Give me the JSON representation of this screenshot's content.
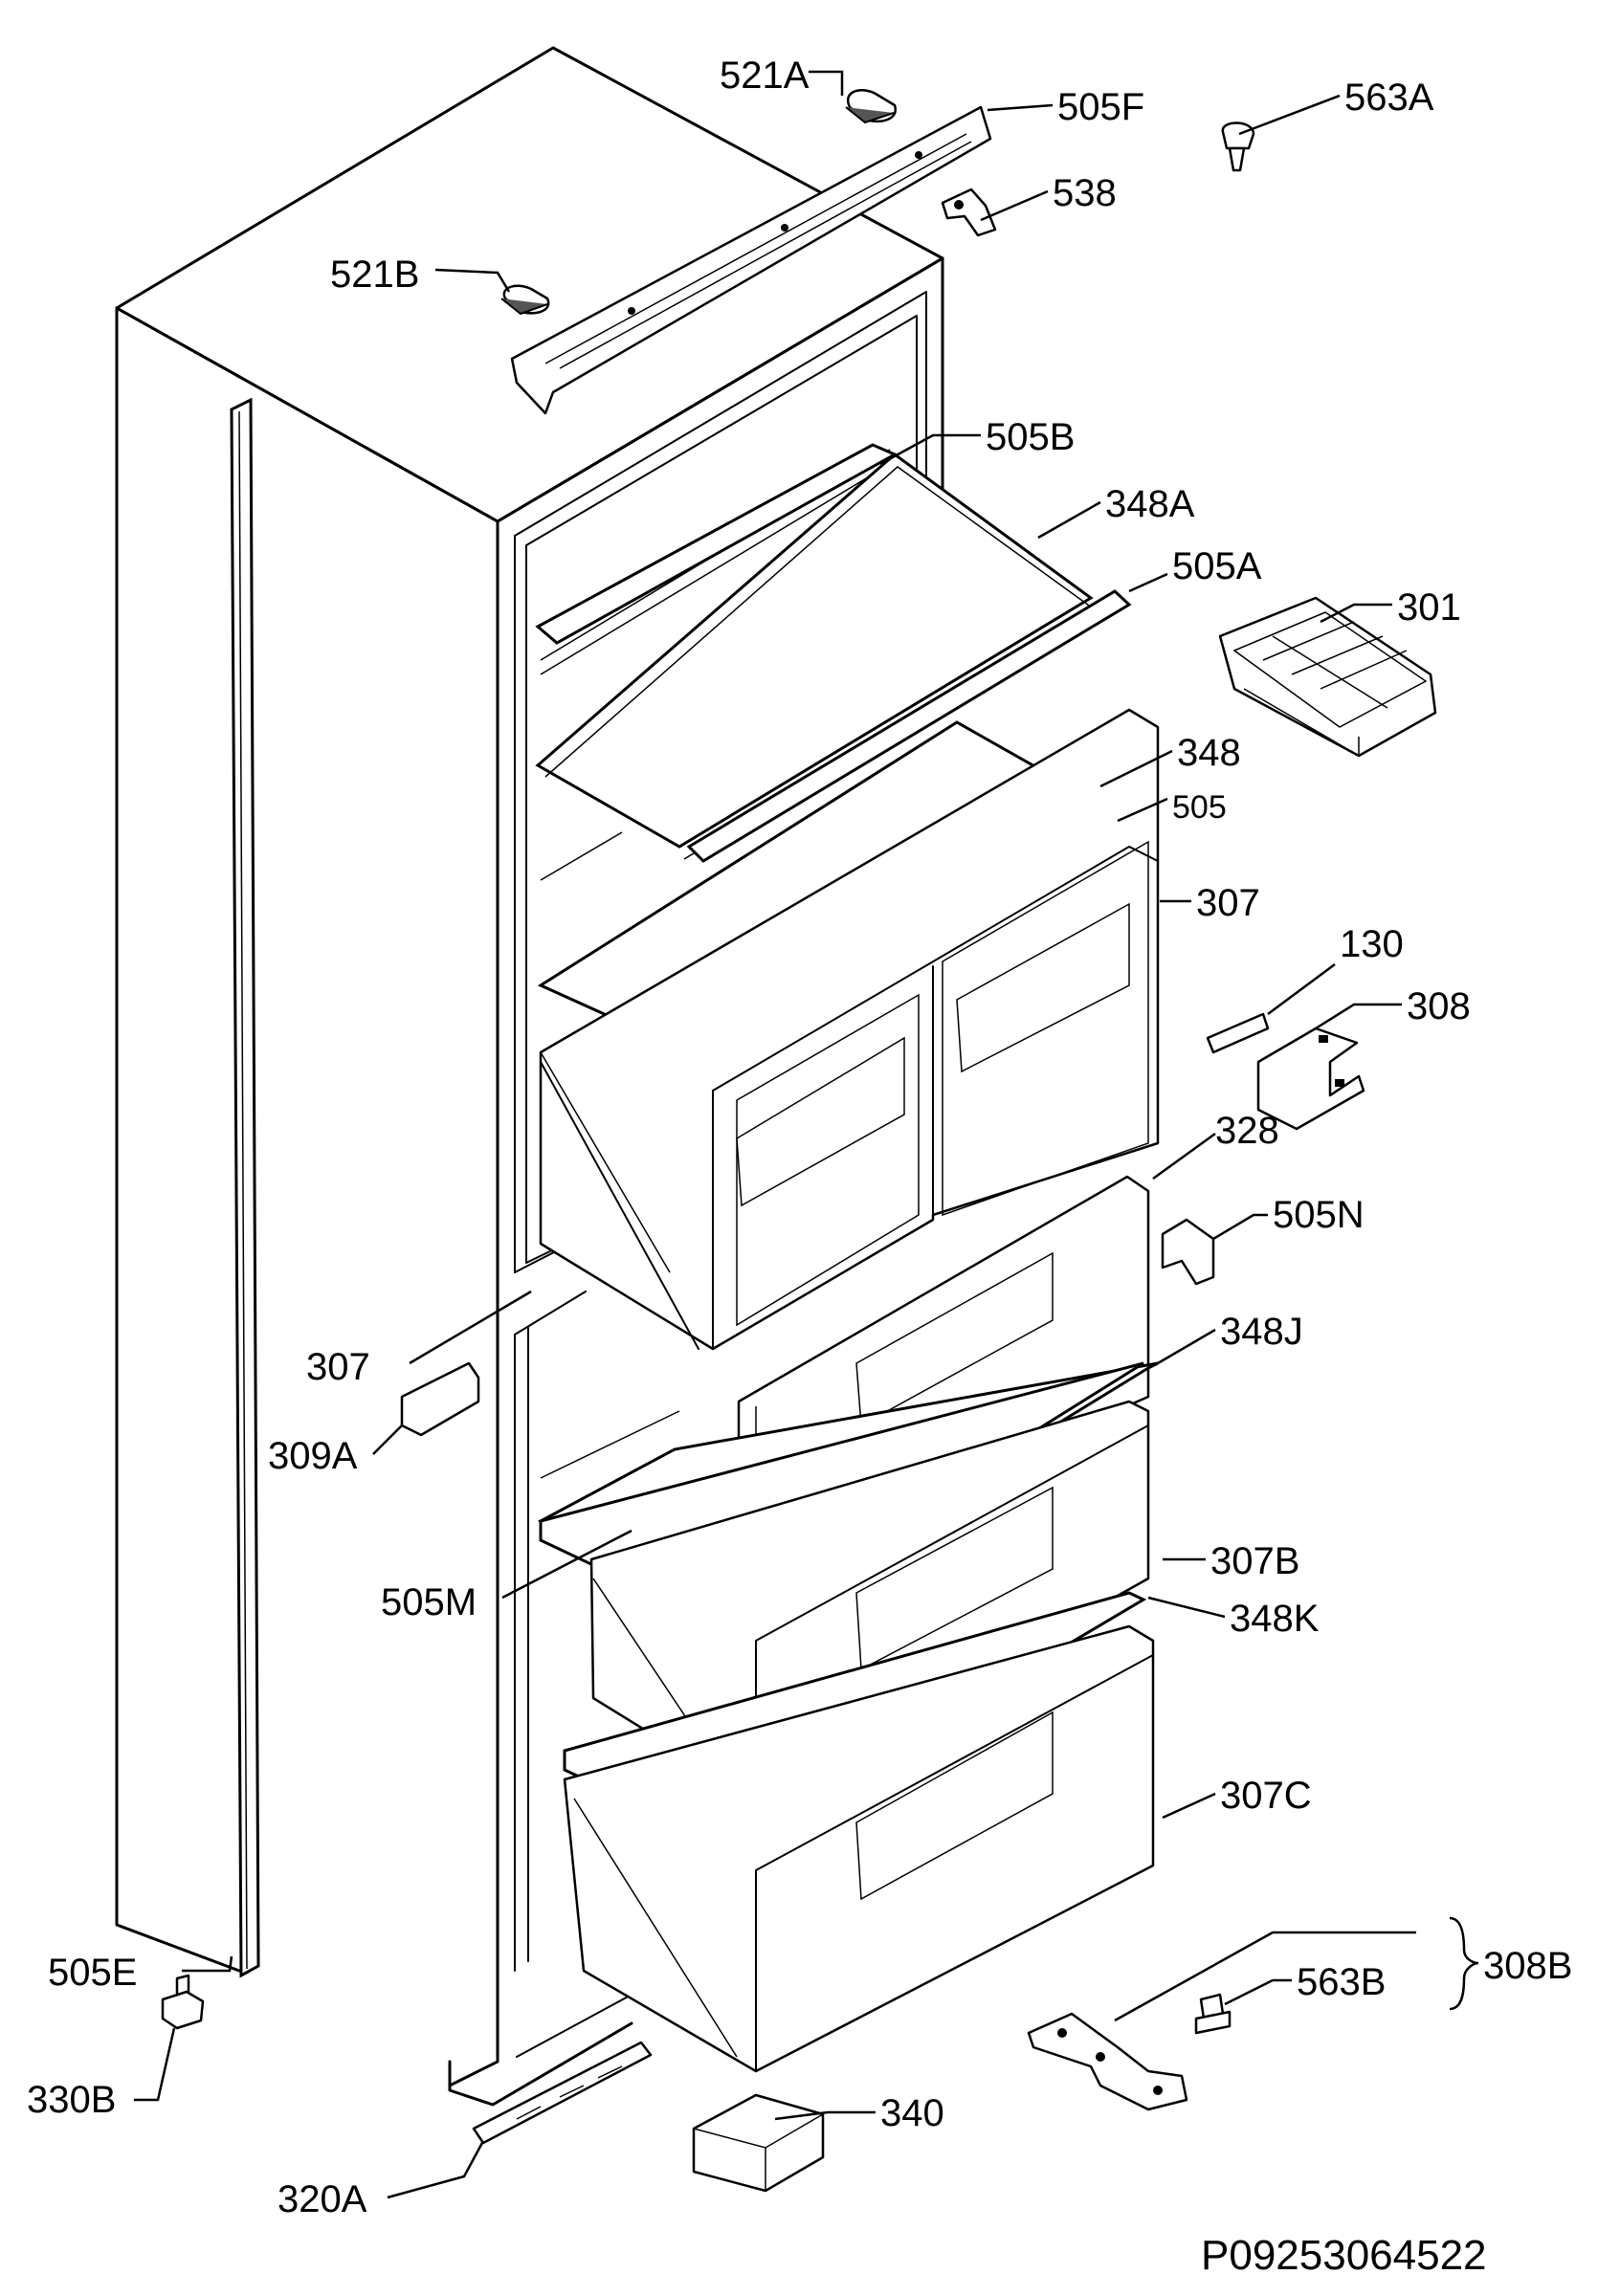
{
  "diagram": {
    "reference_code": "P09253064522",
    "labels": {
      "l521A": "521A",
      "l505F": "505F",
      "l563A": "563A",
      "l538": "538",
      "l521B": "521B",
      "l505B": "505B",
      "l348A": "348A",
      "l505A": "505A",
      "l301": "301",
      "l348": "348",
      "l505": "505",
      "l307_top": "307",
      "l130": "130",
      "l308": "308",
      "l328": "328",
      "l505N": "505N",
      "l348J": "348J",
      "l307_left": "307",
      "l309A": "309A",
      "l505M": "505M",
      "l307B": "307B",
      "l348K": "348K",
      "l307C": "307C",
      "l505E": "505E",
      "l308B": "308B",
      "l563B": "563B",
      "l330B": "330B",
      "l340": "340",
      "l320A": "320A"
    }
  }
}
